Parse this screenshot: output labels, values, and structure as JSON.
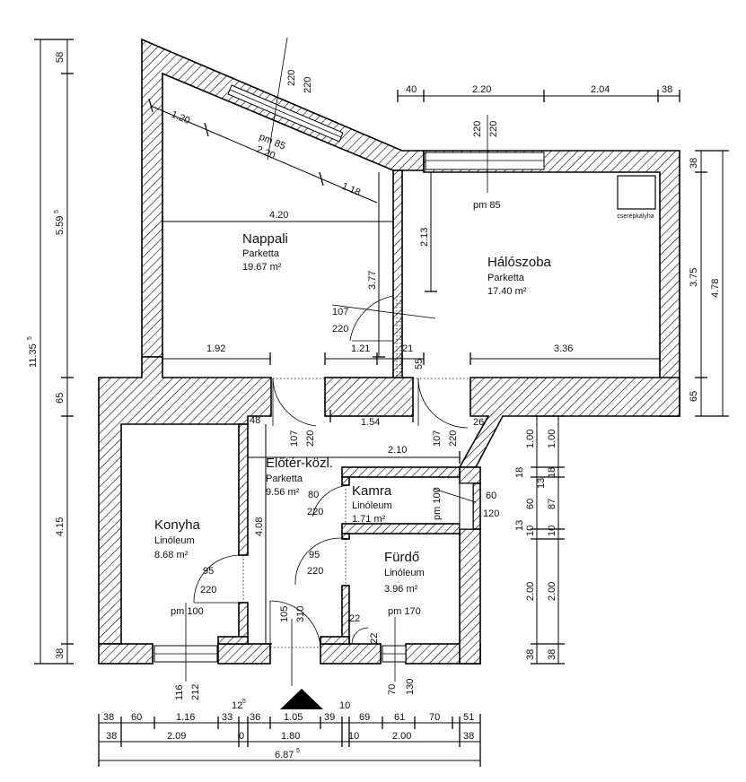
{
  "rooms": {
    "nappali": {
      "name": "Nappali",
      "floor": "Parketta",
      "area": "19.67 m²"
    },
    "haloszoba": {
      "name": "Hálószoba",
      "floor": "Parketta",
      "area": "17.40 m²"
    },
    "eloter": {
      "name": "Előtér-közl.",
      "floor": "Parketta",
      "area": "9.56 m²"
    },
    "kamra": {
      "name": "Kamra",
      "floor": "Linóleum",
      "area": "1.71 m²"
    },
    "furdo": {
      "name": "Fürdő",
      "floor": "Linóleum",
      "area": "3.96 m²"
    },
    "konyha": {
      "name": "Konyha",
      "floor": "Linóleum",
      "area": "8.68 m²"
    }
  },
  "stove_label": "cserépkályha",
  "openings": {
    "nappali_window_w": "220",
    "nappali_window_h": "220",
    "nappali_pm": "pm 85",
    "halo_window_w": "220",
    "halo_window_h": "220",
    "halo_pm": "pm 85",
    "door_nappali_w": "107",
    "door_nappali_h": "220",
    "door_left_w": "107",
    "door_left_h": "220",
    "door_right_w": "107",
    "door_right_h": "220",
    "door_kamra_w": "80",
    "door_kamra_h": "220",
    "door_furdo_w": "95",
    "door_furdo_h": "220",
    "door_konyha_w": "95",
    "door_konyha_h": "220",
    "konyha_pm": "pm 100",
    "konyha_win_w": "116",
    "konyha_win_h": "212",
    "furdo_pm": "pm 170",
    "furdo_win_w": "70",
    "furdo_win_h": "130",
    "entrance_w": "105",
    "entrance_h": "310",
    "kamra_pm": "pm 100",
    "kamra_vent_w": "60",
    "kamra_vent_h": "120",
    "small_22a": "22",
    "small_22b": "22"
  },
  "dims": {
    "nappali_top_120": "1.20",
    "nappali_diag_220": "2.20",
    "nappali_diag_118": "1.18",
    "nappali_420": "4.20",
    "nappali_377": "3.77",
    "halo_213": "2.13",
    "top_40": "40",
    "top_220": "2.20",
    "top_204": "2.04",
    "top_38": "38",
    "mid_192": "1.92",
    "mid_121": "1.21",
    "mid_21": "21",
    "mid_55": "55",
    "mid_336": "3.36",
    "hall_154": "1.54",
    "hall_48": "48",
    "hall_210": "2.10",
    "hall_26": "26",
    "hall_408": "4.08",
    "left_58": "58",
    "left_559": "5.59",
    "left_559_sup": "5",
    "left_1135": "11.35",
    "left_1135_sup": "5",
    "left_65": "65",
    "left_415": "4.15",
    "left_38": "38",
    "right_38": "38",
    "right_375": "3.75",
    "right_478": "4.78",
    "right_65": "65",
    "rs_100a": "1.00",
    "rs_100b": "1.00",
    "rs_18a": "18",
    "rs_18b": "18",
    "rs_13": "13",
    "rs_13b": "13",
    "rs_60": "60",
    "rs_87": "87",
    "rs_10a": "10",
    "rs_10b": "10",
    "rs_200a": "2.00",
    "rs_200b": "2.00",
    "rs_38a": "38",
    "rs_38b": "38",
    "b1": [
      "38",
      "60",
      "1.16",
      "33",
      "36",
      "1.05",
      "39",
      "69",
      "61",
      "70",
      "51"
    ],
    "b2": [
      "38",
      "2.09",
      "0",
      "1.80",
      "10",
      "2.00",
      "38"
    ],
    "b_12": "12",
    "b_12_sup": "5",
    "b_10": "10",
    "b_total": "6.87",
    "b_total_sup": "5"
  }
}
